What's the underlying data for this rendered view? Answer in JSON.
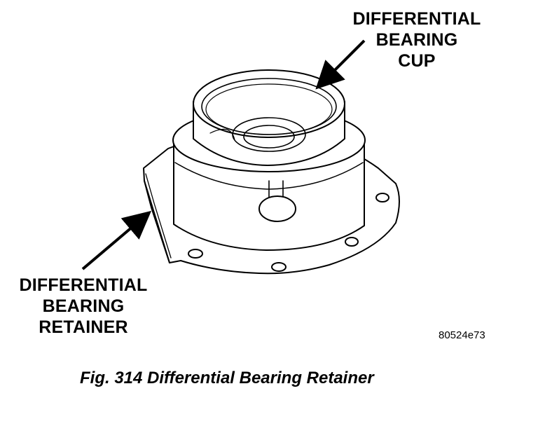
{
  "labels": {
    "cup": [
      "DIFFERENTIAL",
      "BEARING",
      "CUP"
    ],
    "retainer": [
      "DIFFERENTIAL",
      "BEARING",
      "RETAINER"
    ]
  },
  "figure_code": "80524e73",
  "caption": "Fig. 314 Differential Bearing Retainer",
  "colors": {
    "ink": "#000000",
    "paper": "#ffffff"
  }
}
